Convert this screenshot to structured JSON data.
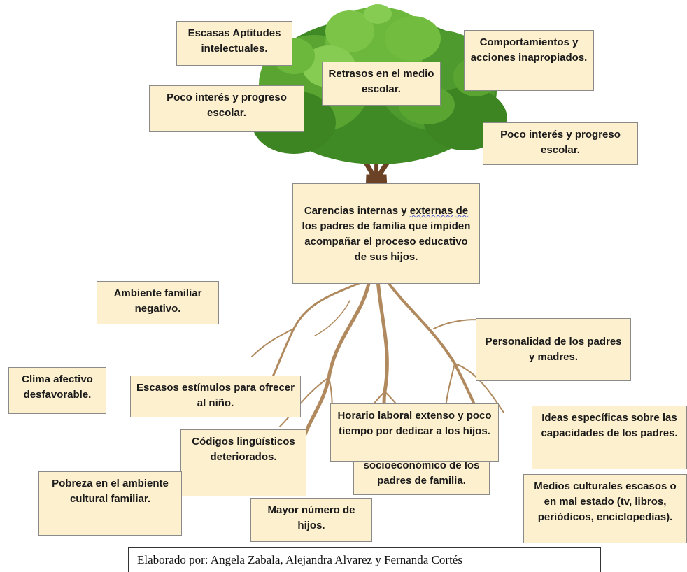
{
  "colors": {
    "box_fill": "#fdf0cf",
    "box_border": "#8a8a8a",
    "foliage": "#4e9a2e",
    "trunk": "#6b4226",
    "roots": "#b08a5e"
  },
  "icons": [
    "tree-illustration"
  ],
  "central_problem": {
    "line1_pre": "Carencias internas y ",
    "line1_underlined": "externas",
    "line2_underlined": "de",
    "rest": " los padres de familia que impiden acompañar el proceso educativo de sus hijos."
  },
  "effects": [
    "Escasas Aptitudes intelectuales.",
    "Retrasos en el medio escolar.",
    "Comportamientos y acciones inapropiados.",
    "Poco interés y progreso escolar.",
    "Poco interés y progreso escolar."
  ],
  "causes": [
    "Ambiente familiar negativo.",
    "Personalidad de los padres y madres.",
    "Clima afectivo desfavorable.",
    "Escasos estímulos para ofrecer al niño.",
    "Horario laboral extenso y poco tiempo por dedicar a los hijos.",
    "Ideas específicas sobre las capacidades de los padres.",
    "Códigos lingüísticos deteriorados.",
    "socioeconómico de los padres de familia.",
    "Pobreza en el ambiente cultural familiar.",
    "Medios culturales escasos o en mal estado (tv, libros, periódicos, enciclopedias).",
    "Mayor número de hijos."
  ],
  "credit": "Elaborado por: Angela Zabala, Alejandra Alvarez y Fernanda Cortés"
}
